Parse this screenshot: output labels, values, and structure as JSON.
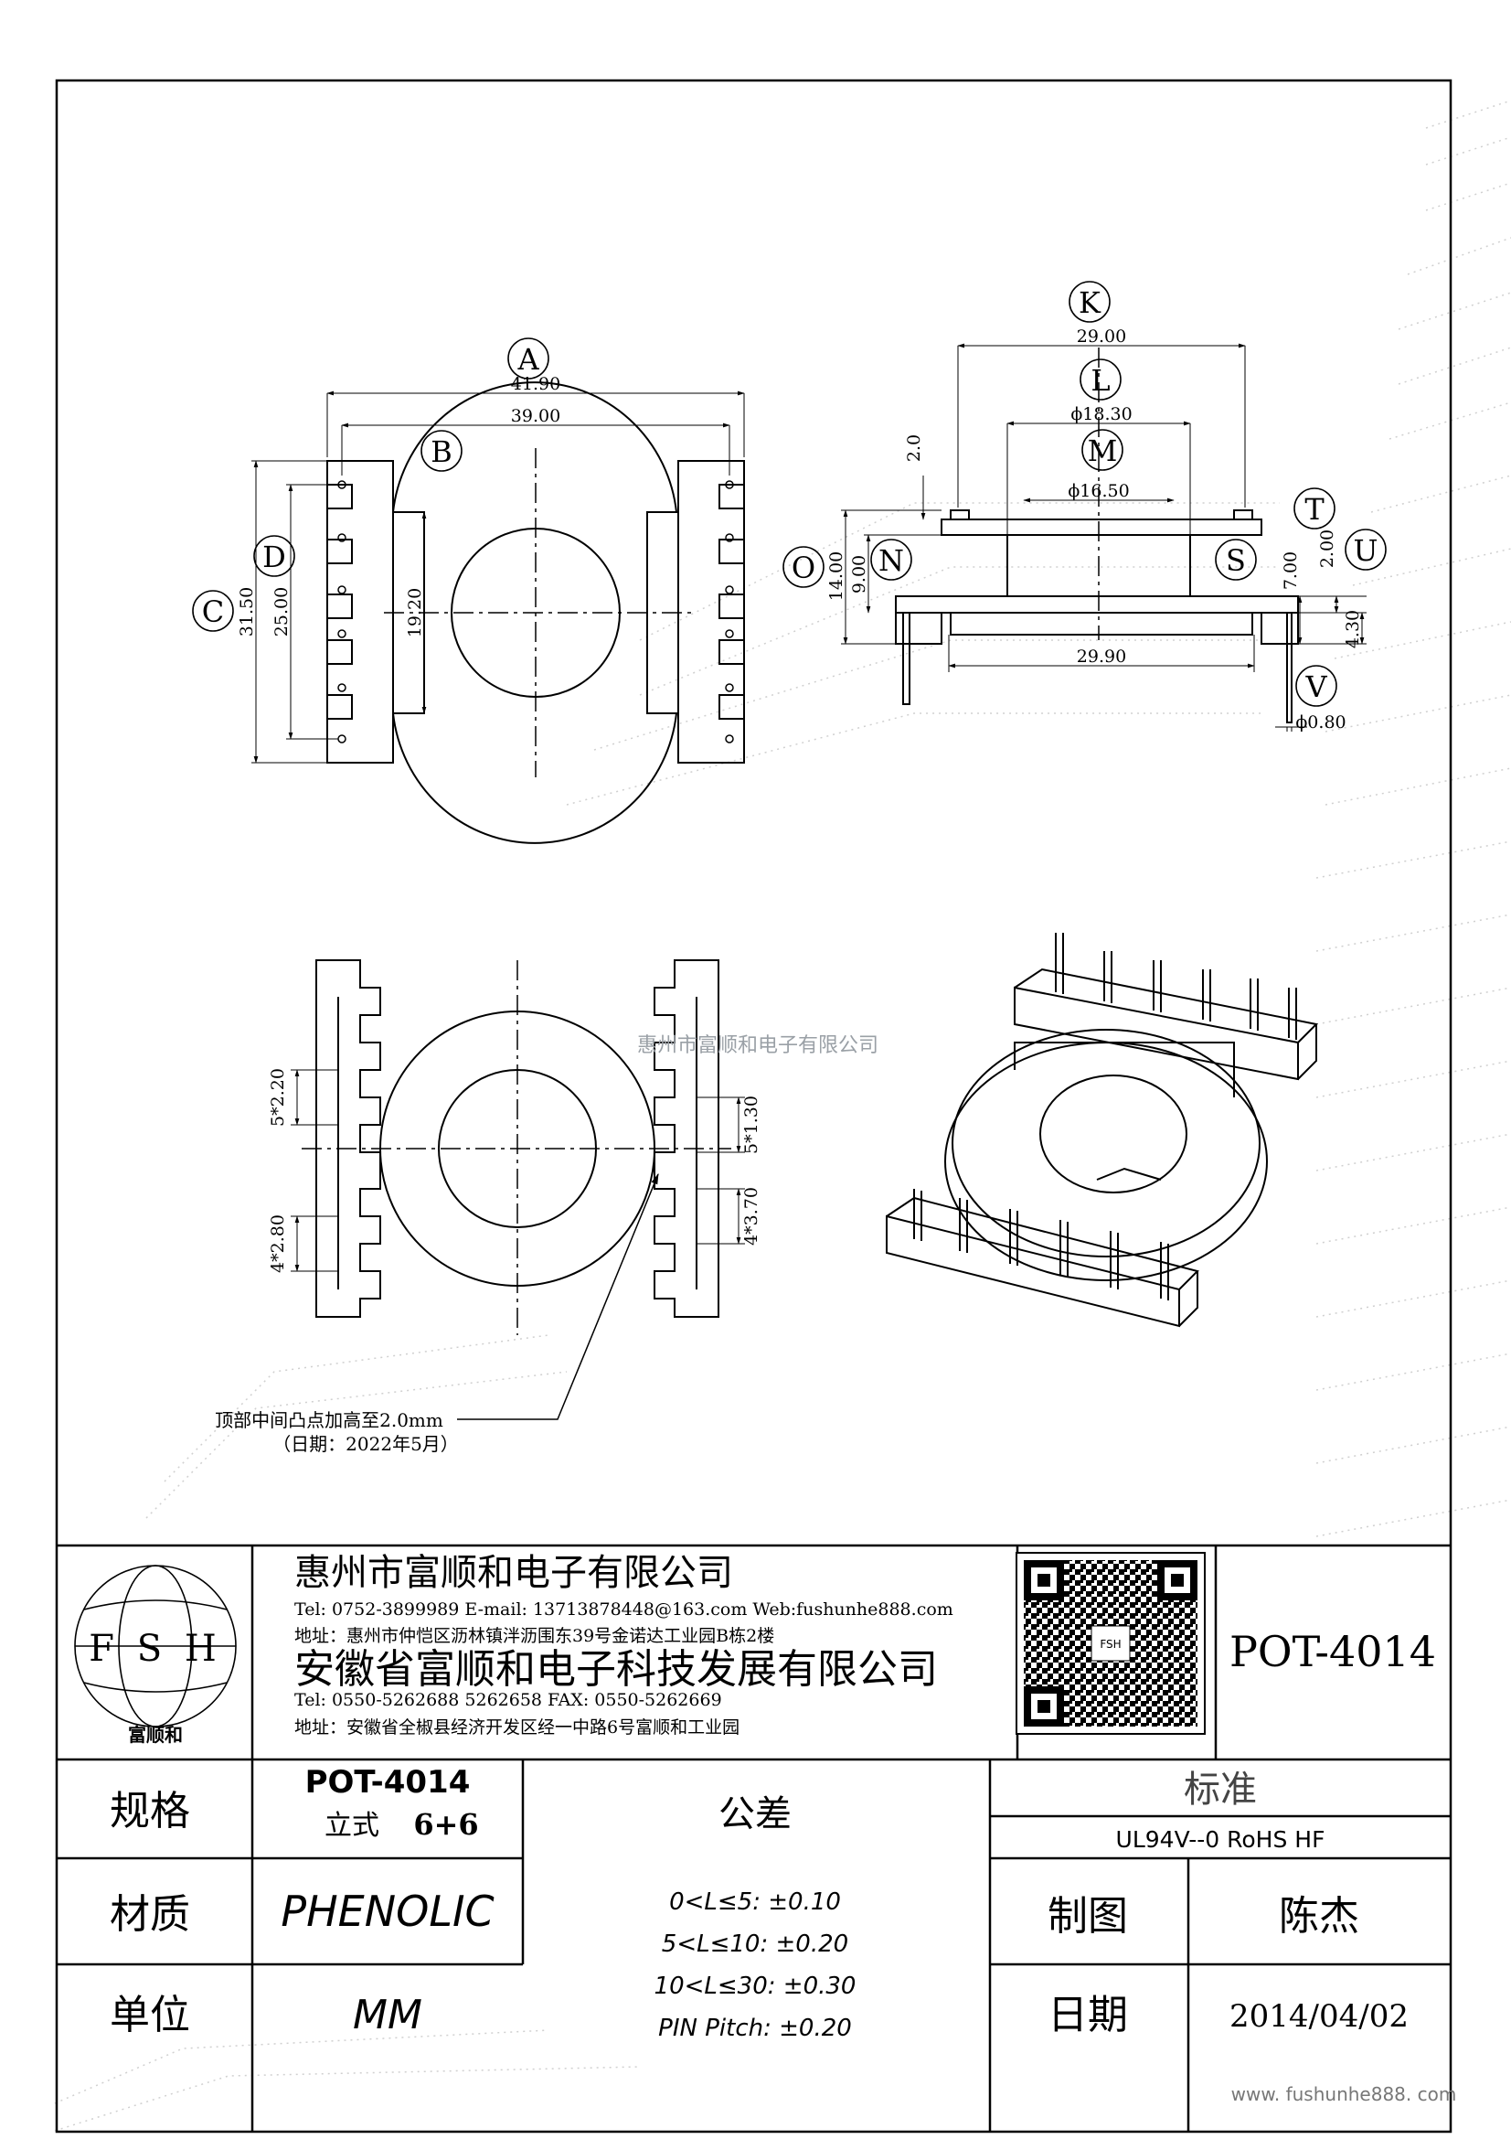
{
  "drawing": {
    "callouts": {
      "A": "A",
      "B": "B",
      "C": "C",
      "D": "D",
      "K": "K",
      "L": "L",
      "M": "M",
      "N": "N",
      "O": "O",
      "S": "S",
      "T": "T",
      "U": "U",
      "V": "V"
    },
    "dims_front": {
      "a": "41.90",
      "b": "39.00",
      "c": "31.50",
      "d": "25.00",
      "e": "19.20"
    },
    "dims_side": {
      "k": "29.00",
      "l": "ϕ18.30",
      "m": "ϕ16.50",
      "h20": "2.0",
      "o": "14.00",
      "n": "9.00",
      "w": "29.90",
      "s": "7.00",
      "t": "2.00",
      "u": "4.30",
      "v": "ϕ0.80"
    },
    "dims_bottom": {
      "left_top": "5*2.20",
      "left_bottom": "4*2.80",
      "right_top": "5*1.30",
      "right_bottom": "4*3.70"
    },
    "watermark": "惠州市富顺和电子有限公司",
    "note_line1": "顶部中间凸点加高至2.0mm",
    "note_line2": "（日期：2022年5月）"
  },
  "title_block": {
    "logo_letters": "F S H",
    "logo_caption": "富顺和",
    "company1": "惠州市富顺和电子有限公司",
    "company1_contact": "Tel:  0752-3899989  E-mail: 13713878448@163.com  Web:fushunhe888.com",
    "company1_address": "地址：惠州市仲恺区沥林镇泮沥围东39号金诺达工业园B栋2楼",
    "company2": "安徽省富顺和电子科技发展有限公司",
    "company2_contact": "Tel:  0550-5262688  5262658      FAX: 0550-5262669",
    "company2_address": "地址：安徽省全椒县经济开发区经一中路6号富顺和工业园",
    "qr_label": "FSH",
    "part_number": "POT-4014"
  },
  "spec_table": {
    "spec_label": "规格",
    "spec_value": "POT-4014",
    "spec_sub_label": "立式",
    "spec_sub_value": "6+6",
    "material_label": "材质",
    "material_value": "PHENOLIC",
    "unit_label": "单位",
    "unit_value": "MM",
    "tolerance_label": "公差",
    "tolerance_lines": [
      "0<L≤5: ±0.10",
      "5<L≤10: ±0.20",
      "10<L≤30: ±0.30",
      "PIN Pitch: ±0.20"
    ],
    "standard_label": "标准",
    "standard_value": "UL94V--0  RoHS HF",
    "drawer_label": "制图",
    "drawer_value": "陈杰",
    "date_label": "日期",
    "date_value": "2014/04/02"
  },
  "footer_url": "www. fushunhe888. com"
}
